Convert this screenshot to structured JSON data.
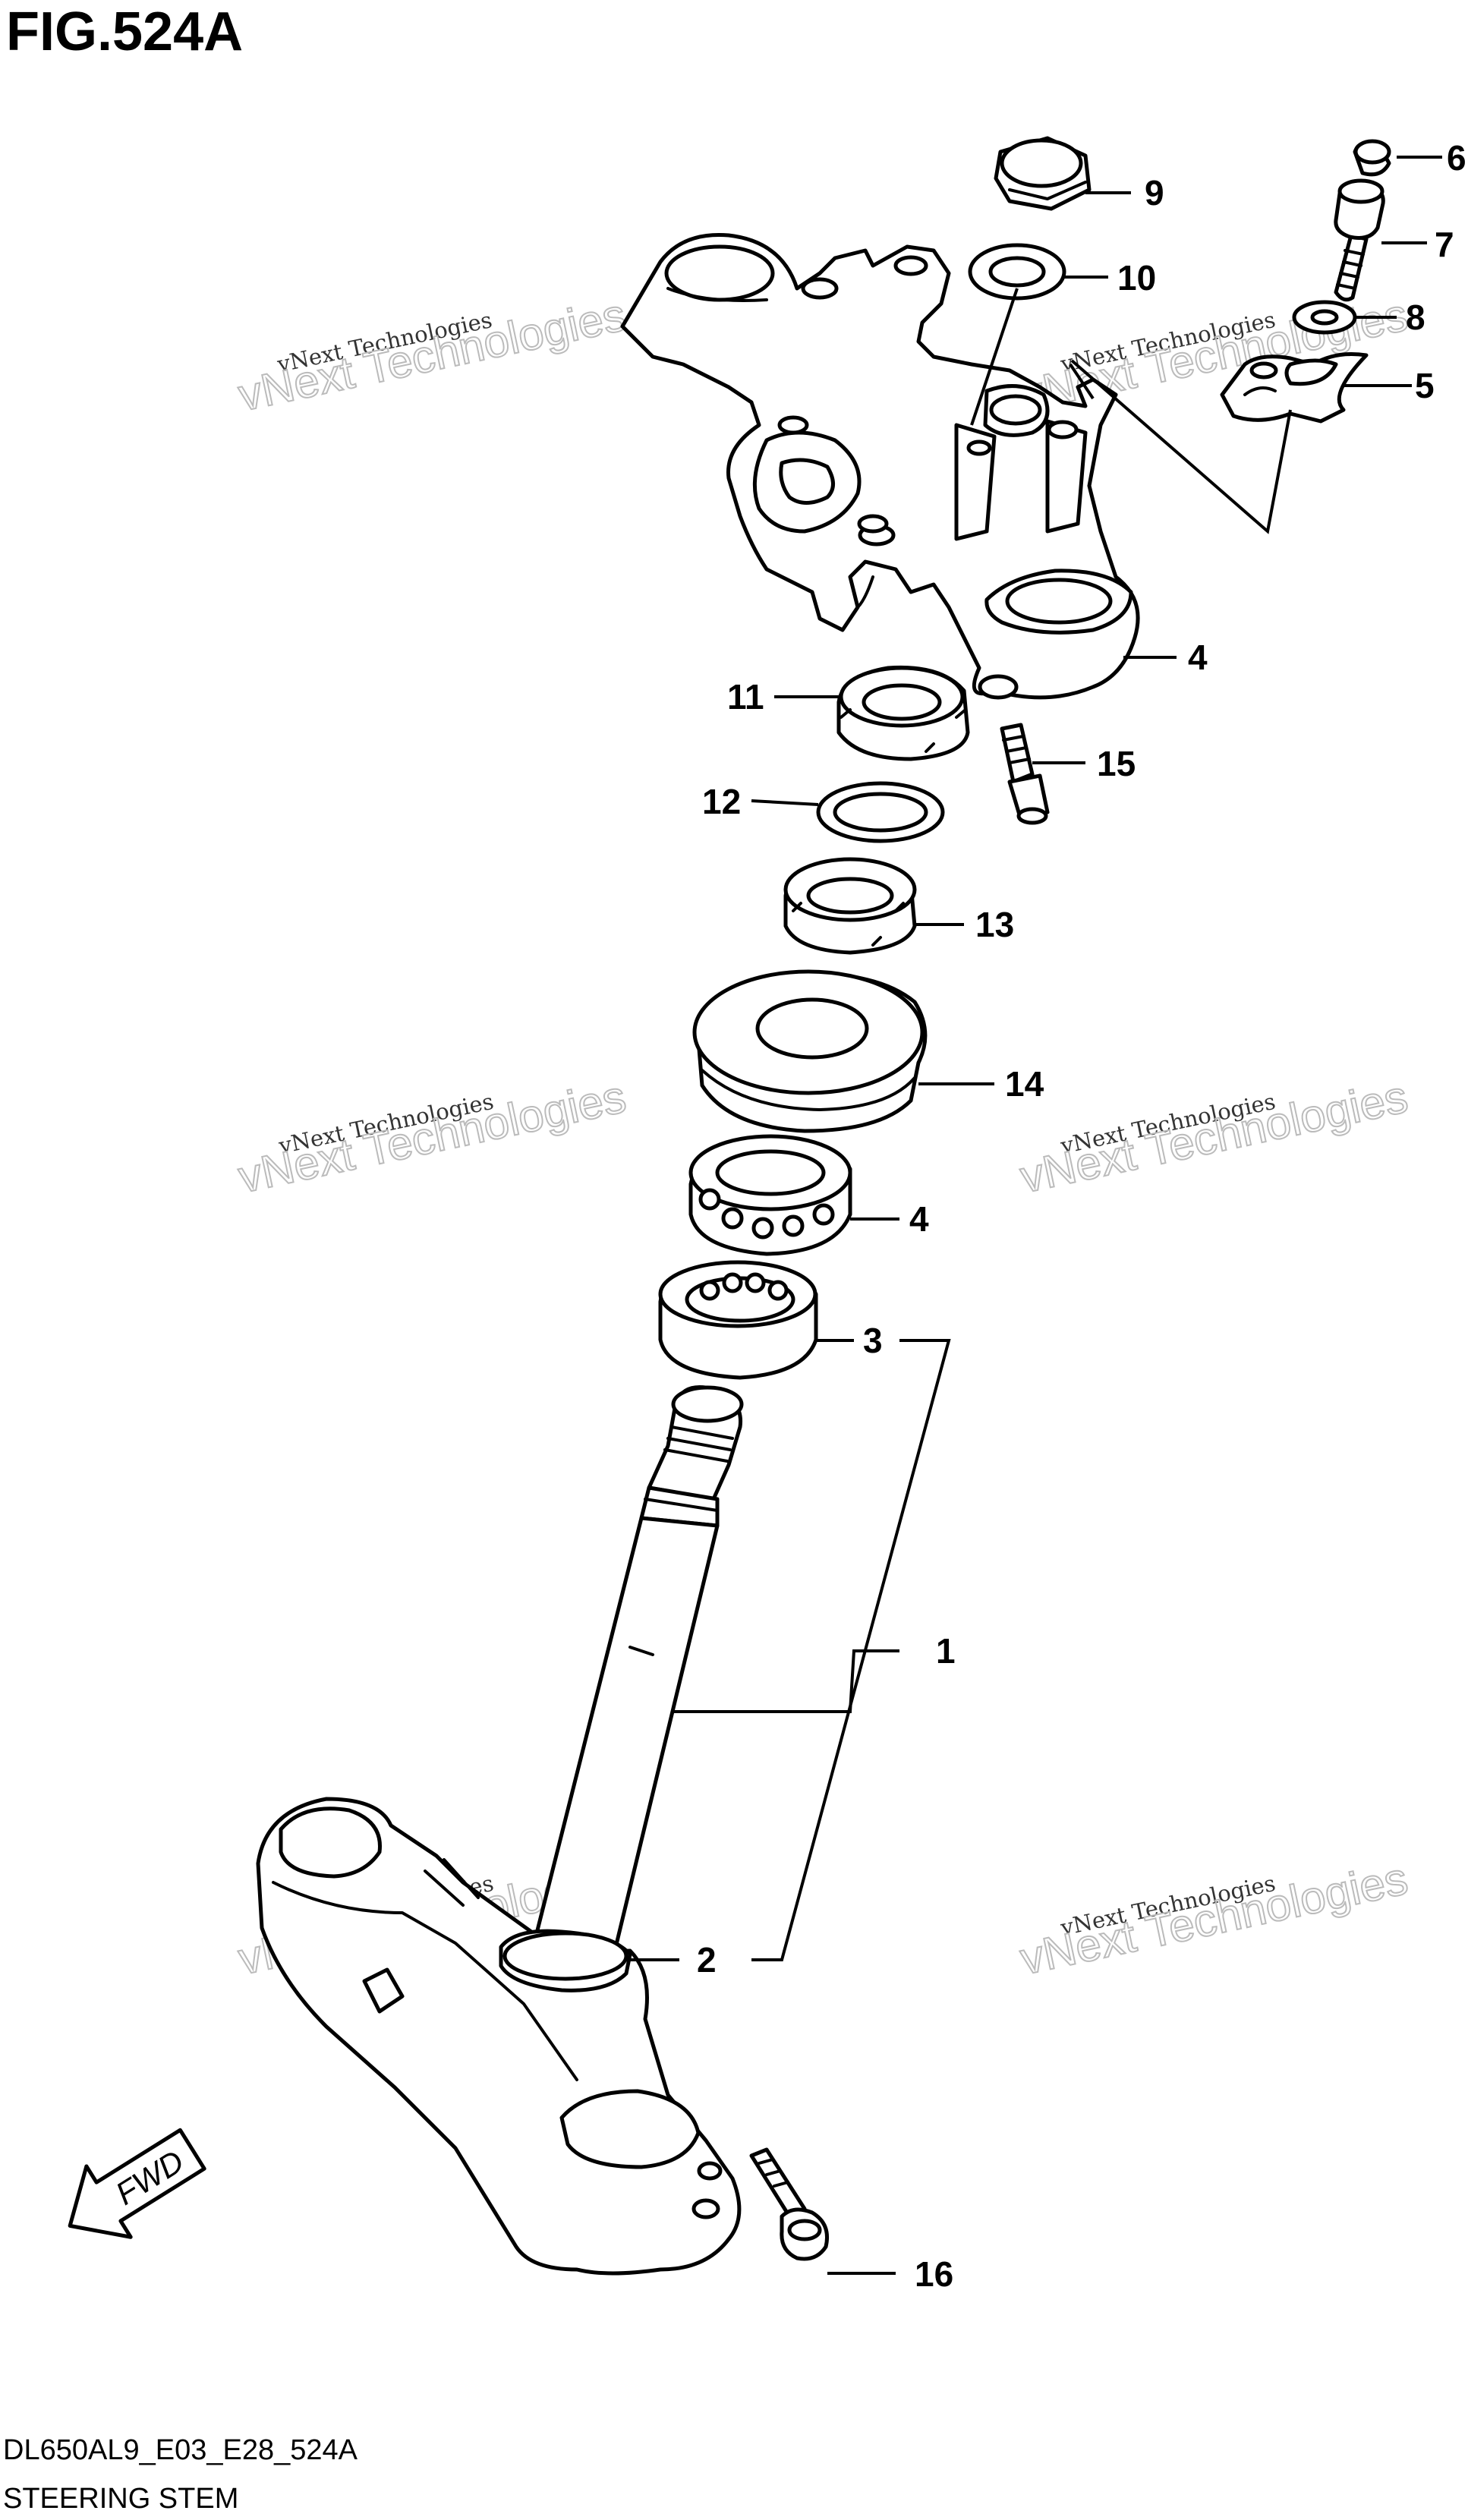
{
  "figure": {
    "title": "FIG.524A",
    "code": "DL650AL9_E03_E28_524A",
    "caption": "STEERING STEM"
  },
  "direction_marker": {
    "label": "FWD",
    "icon": "fwd-arrow-icon"
  },
  "watermark": {
    "line1": "vNext Technologies",
    "line2": "vNext Technologies"
  },
  "callouts": [
    {
      "id": "c9",
      "number": "9",
      "part": "cap-nut"
    },
    {
      "id": "c6",
      "number": "6",
      "part": "cap"
    },
    {
      "id": "c7",
      "number": "7",
      "part": "bolt"
    },
    {
      "id": "c10",
      "number": "10",
      "part": "washer"
    },
    {
      "id": "c8",
      "number": "8",
      "part": "lock-washer"
    },
    {
      "id": "c5",
      "number": "5",
      "part": "handlebar-holder"
    },
    {
      "id": "c4a",
      "number": "4",
      "part": "upper-bracket"
    },
    {
      "id": "c11",
      "number": "11",
      "part": "lock-nut"
    },
    {
      "id": "c15",
      "number": "15",
      "part": "bolt"
    },
    {
      "id": "c12",
      "number": "12",
      "part": "washer"
    },
    {
      "id": "c13",
      "number": "13",
      "part": "nut"
    },
    {
      "id": "c14",
      "number": "14",
      "part": "dust-seal"
    },
    {
      "id": "c4b",
      "number": "4",
      "part": "bearing"
    },
    {
      "id": "c3",
      "number": "3",
      "part": "bearing"
    },
    {
      "id": "c1",
      "number": "1",
      "part": "steering-stem"
    },
    {
      "id": "c2",
      "number": "2",
      "part": "seal"
    },
    {
      "id": "c16",
      "number": "16",
      "part": "bolt"
    }
  ]
}
